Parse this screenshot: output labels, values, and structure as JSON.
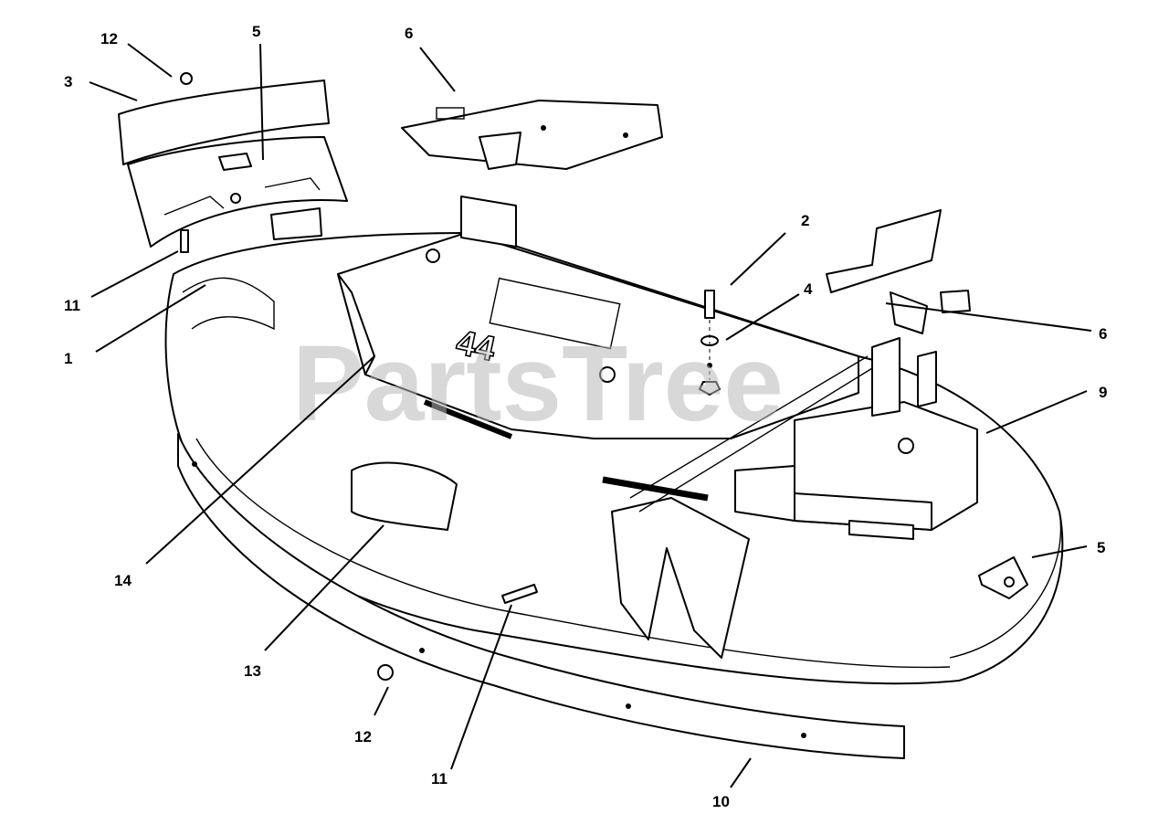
{
  "watermark": "PartsTree",
  "deck_label": "44",
  "callouts": {
    "c1": "1",
    "c2": "2",
    "c3": "3",
    "c4": "4",
    "c5_top": "5",
    "c5_right": "5",
    "c6_top": "6",
    "c6_right": "6",
    "c9": "9",
    "c10": "10",
    "c11_left": "11",
    "c11_bottom": "11",
    "c12_top": "12",
    "c12_bottom": "12",
    "c13": "13",
    "c14": "14"
  }
}
